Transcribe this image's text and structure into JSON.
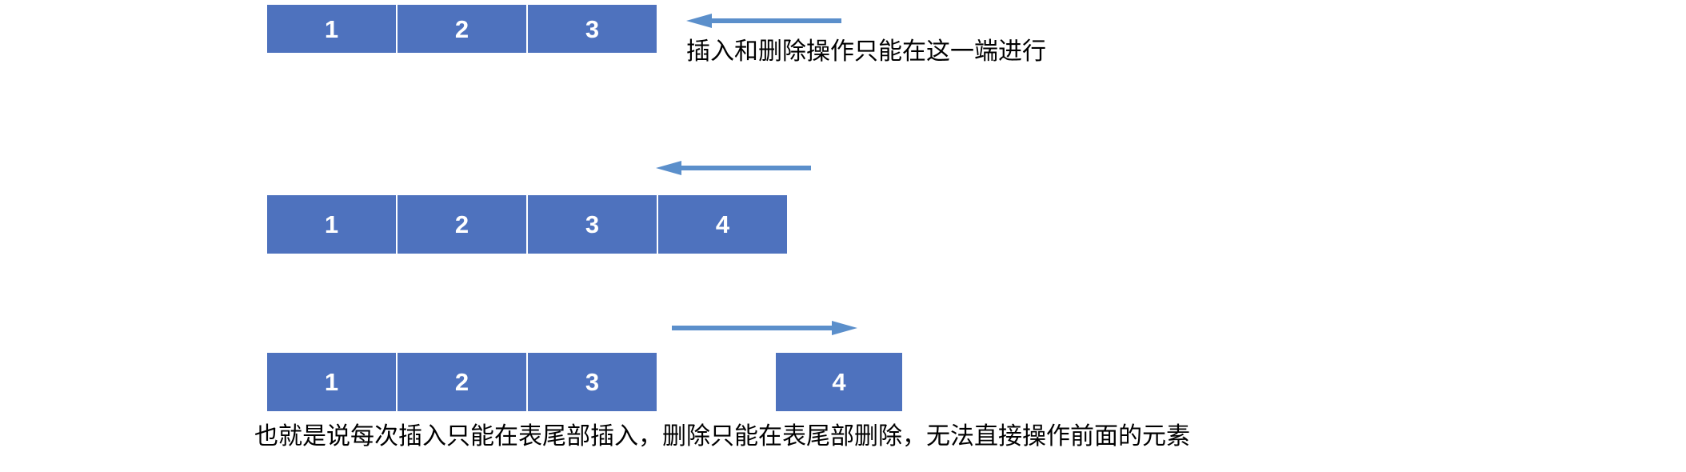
{
  "diagram": {
    "title_text_color": "#000000",
    "box_fill": "#4E72BE",
    "box_border": "#FFFFFF",
    "arrow_color": "#5B8FCB",
    "rows": [
      {
        "name": "row-1",
        "cells": [
          "1",
          "2",
          "3"
        ],
        "arrow": {
          "direction": "left",
          "label": "left-arrow-row-1"
        },
        "caption": "插入和删除操作只能在这一端进行"
      },
      {
        "name": "row-2",
        "cells": [
          "1",
          "2",
          "3",
          "4"
        ],
        "arrow": {
          "direction": "left",
          "label": "left-arrow-row-2"
        },
        "caption": ""
      },
      {
        "name": "row-3",
        "cells": [
          "1",
          "2",
          "3",
          "4"
        ],
        "arrow": {
          "direction": "right",
          "label": "right-arrow-row-3"
        },
        "caption": "也就是说每次插入只能在表尾部插入，删除只能在表尾部删除，无法直接操作前面的元素"
      }
    ],
    "captions": {
      "top": "插入和删除操作只能在这一端进行",
      "bottom": "也就是说每次插入只能在表尾部插入，删除只能在表尾部删除，无法直接操作前面的元素"
    },
    "cells": {
      "r1c1": "1",
      "r1c2": "2",
      "r1c3": "3",
      "r2c1": "1",
      "r2c2": "2",
      "r2c3": "3",
      "r2c4": "4",
      "r3c1": "1",
      "r3c2": "2",
      "r3c3": "3",
      "r3c4": "4"
    }
  }
}
